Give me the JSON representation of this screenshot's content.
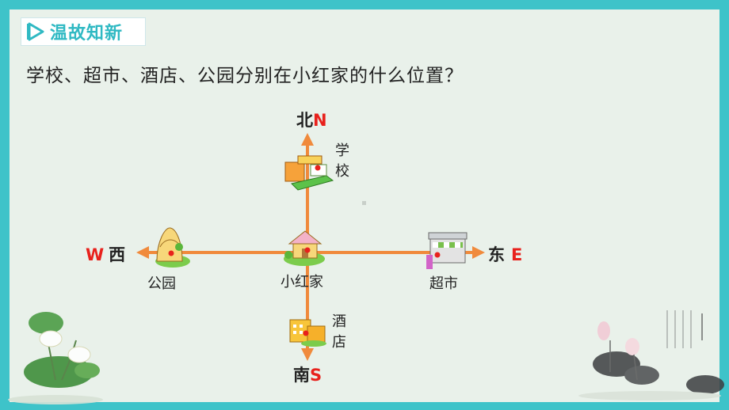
{
  "section": {
    "title": "温故知新",
    "icon": "play-triangle-icon"
  },
  "question": "学校、超市、酒店、公园分别在小红家的什么位置？",
  "directions": {
    "north": {
      "cn": "北",
      "en": "N"
    },
    "south": {
      "cn": "南",
      "en": "S"
    },
    "east": {
      "cn": "东",
      "en": "E"
    },
    "west": {
      "cn": "西",
      "en": "W"
    }
  },
  "places": {
    "center": "小红家",
    "school": "学校",
    "supermarket": "超市",
    "hotel": "酒店",
    "park": "公园"
  },
  "colors": {
    "frame": "#3ec3c9",
    "arrow": "#f08a3c",
    "accent": "#e8211c",
    "tag": "#2fb9c3"
  }
}
